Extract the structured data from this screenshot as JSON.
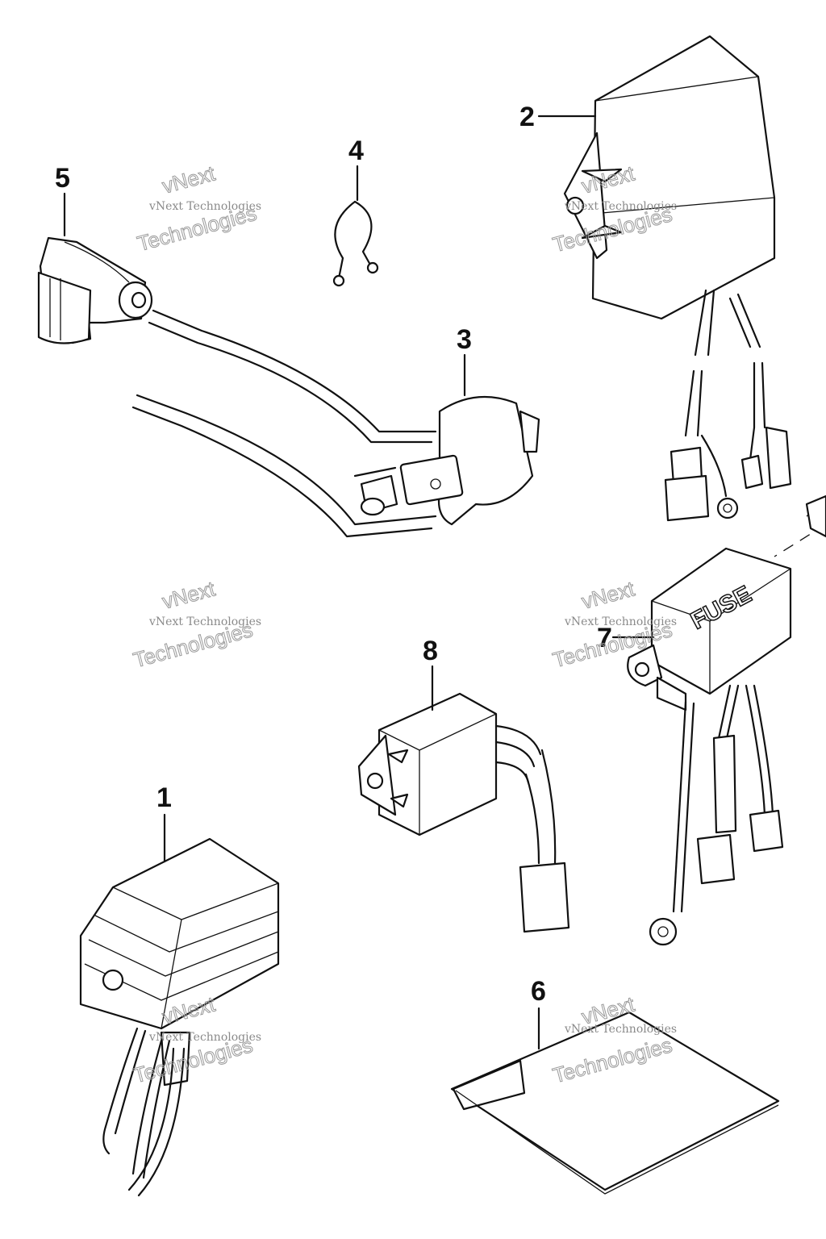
{
  "callouts": {
    "part1": "1",
    "part2": "2",
    "part3": "3",
    "part4": "4",
    "part5": "5",
    "part6": "6",
    "part7": "7",
    "part8": "8"
  },
  "fuse_label": "FUSE",
  "watermark": {
    "line1": "vNext Technologies",
    "line2a": "vNext",
    "line2b": "Technologies"
  },
  "colors": {
    "line": "#111111",
    "watermark": "#8a8a8a",
    "background": "#ffffff"
  }
}
